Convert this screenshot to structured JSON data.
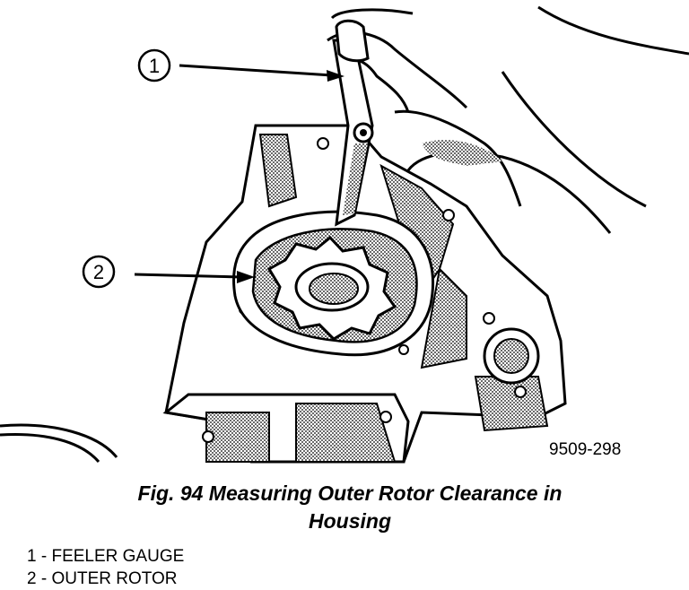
{
  "figure": {
    "callouts": [
      "1",
      "2"
    ],
    "figure_id": "9509-298",
    "caption_line1": "Fig. 94 Measuring Outer Rotor Clearance in",
    "caption_line2": "Housing"
  },
  "legend": [
    {
      "number": "1",
      "text": " - FEELER GAUGE"
    },
    {
      "number": "2",
      "text": " - OUTER ROTOR"
    }
  ],
  "colors": {
    "ink": "#000000",
    "shade": "#8a8a8a",
    "paper": "#ffffff"
  }
}
